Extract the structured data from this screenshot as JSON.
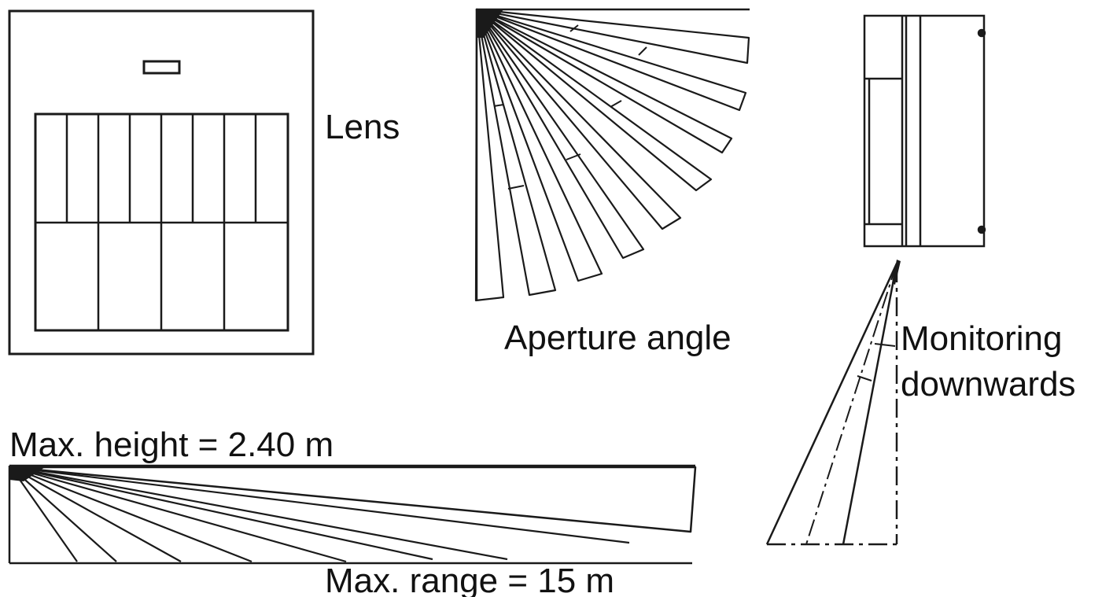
{
  "labels": {
    "lens": "Lens",
    "aperture_angle": "Aperture angle",
    "monitoring_line1": "Monitoring",
    "monitoring_line2": "downwards",
    "max_height": "Max. height = 2.40 m",
    "max_range": "Max. range = 15 m"
  },
  "colors": {
    "stroke": "#1a1a1a",
    "background": "#ffffff"
  }
}
